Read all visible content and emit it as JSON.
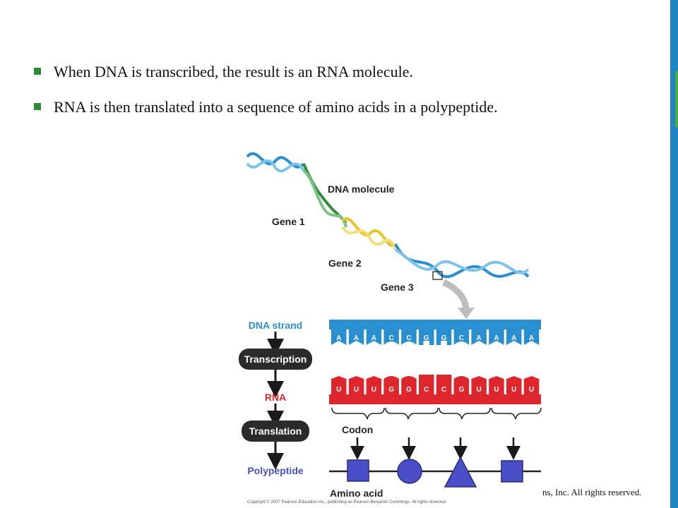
{
  "bullets": [
    "When DNA is transcribed, the result is an RNA molecule.",
    "RNA is then translated into a sequence of amino acids in a polypeptide."
  ],
  "figure": {
    "dna_molecule_label": "DNA molecule",
    "gene1_label": "Gene 1",
    "gene2_label": "Gene 2",
    "gene3_label": "Gene 3",
    "dna_strand_label": "DNA strand",
    "transcription_label": "Transcription",
    "rna_label": "RNA",
    "translation_label": "Translation",
    "polypeptide_label": "Polypeptide",
    "codon_label": "Codon",
    "amino_acid_label": "Amino acid",
    "dna_bases": [
      "A",
      "A",
      "A",
      "C",
      "C",
      "G",
      "G",
      "C",
      "A",
      "A",
      "A",
      "A"
    ],
    "rna_bases": [
      "U",
      "U",
      "U",
      "G",
      "G",
      "C",
      "C",
      "G",
      "U",
      "U",
      "U",
      "U"
    ],
    "credit": "Copyright © 2007 Pearson Education Inc., publishing as Pearson Benjamin Cummings. All rights reserved."
  },
  "footer": {
    "rights_text": "ns, Inc. All rights reserved."
  },
  "colors": {
    "dna_blue": "#2a8fd0",
    "rna_red": "#e0262d",
    "gene_green": "#2e8b3e",
    "gene_yellow": "#e8c42a",
    "amino_purple": "#4a4fc7",
    "pill_dark": "#2b2b2b",
    "side_bar": "#1f86c3"
  }
}
